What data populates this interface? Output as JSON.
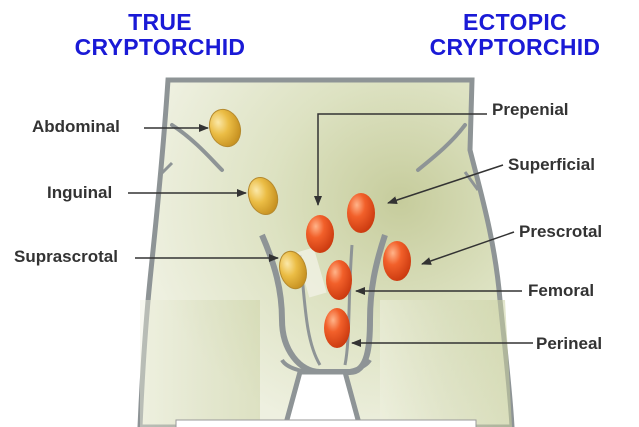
{
  "headings": {
    "true_line1": "TRUE",
    "true_line2": "CRYPTORCHID",
    "ectopic_line1": "ECTOPIC",
    "ectopic_line2": "CRYPTORCHID"
  },
  "labels": {
    "abdominal": "Abdominal",
    "inguinal": "Inguinal",
    "suprascrotal": "Suprascrotal",
    "prepenial": "Prepenial",
    "superficial": "Superficial",
    "prescrotal": "Prescrotal",
    "femoral": "Femoral",
    "perineal": "Perineal"
  },
  "colors": {
    "heading": "#1a1ad6",
    "label_text": "#333333",
    "body_fill": "#e9ecd6",
    "body_shadow": "#b8c08a",
    "outline": "#8e9496",
    "true_testis": "#e7b53c",
    "ectopic_testis": "#ee5a1e"
  }
}
